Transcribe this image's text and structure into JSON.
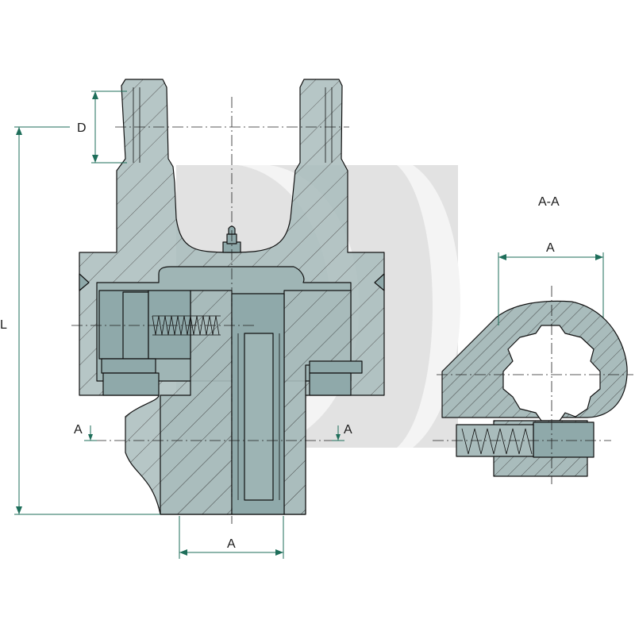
{
  "labels": {
    "dim_d": "D",
    "dim_l": "L",
    "dim_a_bottom": "A",
    "section_a_left": "A",
    "section_a_right": "A",
    "section_title": "A-A",
    "dim_a_section": "A"
  },
  "colors": {
    "body_fill": "#a9bcbc",
    "part_fill": "#8fa9aa",
    "watermark": "#d9d9d9",
    "dimension_line": "#1e6e5a",
    "outline": "#111111"
  }
}
